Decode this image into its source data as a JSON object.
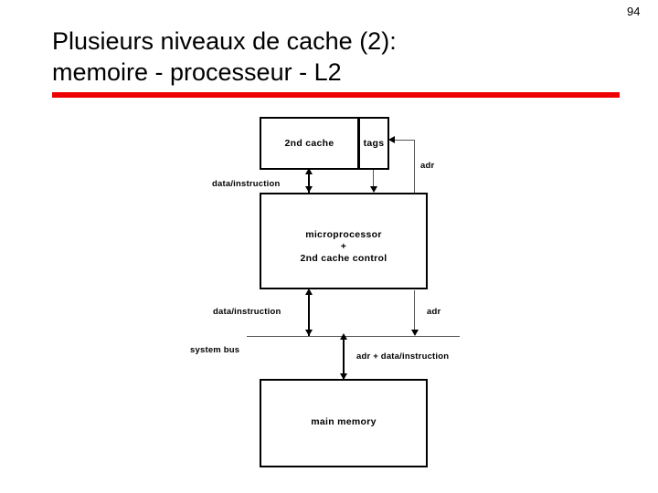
{
  "slide": {
    "page_number": "94",
    "title_line1": "Plusieurs niveaux de cache (2):",
    "title_line2": "memoire - processeur - L2",
    "accent_color": "#ee0000",
    "text_color": "#000000",
    "background_color": "#ffffff"
  },
  "diagram": {
    "boxes": [
      {
        "id": "second-cache",
        "label": "2nd cache"
      },
      {
        "id": "tags",
        "label": "tags"
      },
      {
        "id": "microprocessor",
        "label_line1": "microprocessor",
        "label_line2": "+",
        "label_line3": "2nd cache control"
      },
      {
        "id": "main-memory",
        "label": "main memory"
      }
    ],
    "labels": {
      "cache_data_instruction": "data/instruction",
      "tags_adr": "adr",
      "bus_data_instruction": "data/instruction",
      "bus_adr": "adr",
      "system_bus": "system bus",
      "memory_link": "adr + data/instruction"
    }
  }
}
